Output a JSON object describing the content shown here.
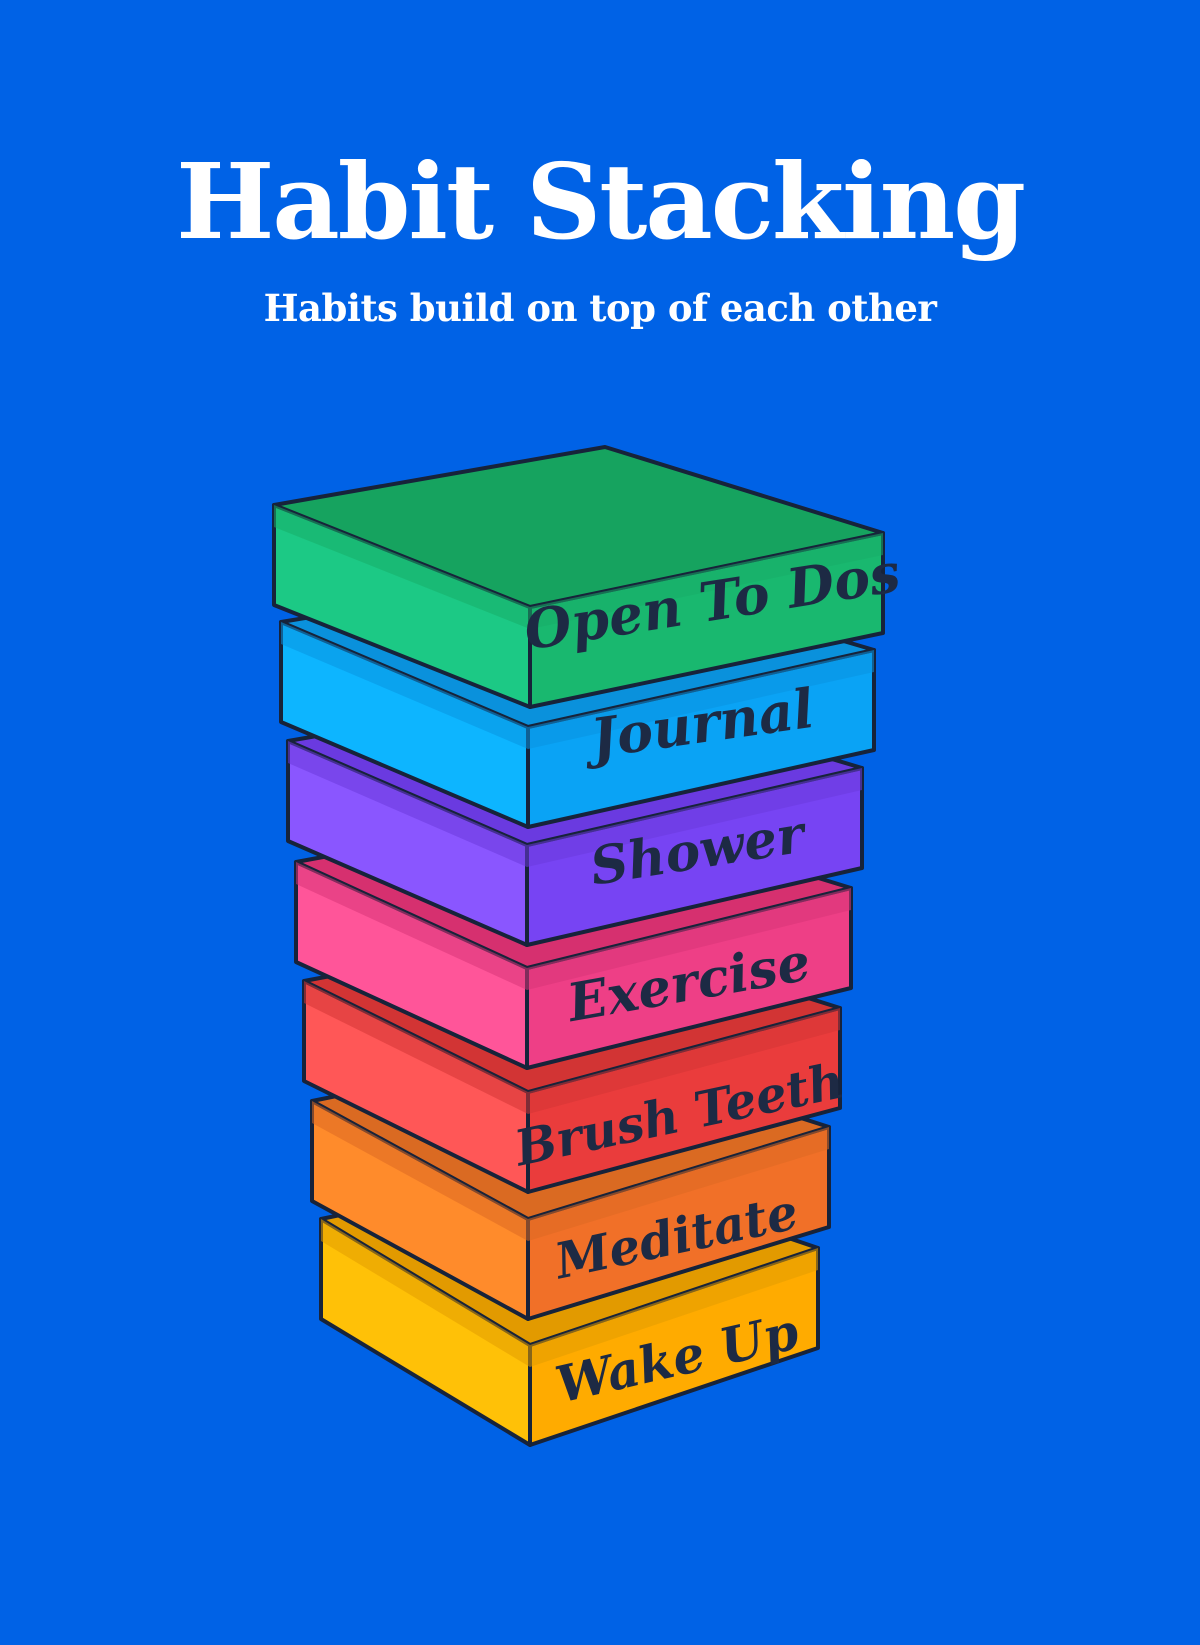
{
  "title": "Habit Stacking",
  "subtitle": "Habits build on top of each other",
  "colors": {
    "background": "#0062e6",
    "title": "#ffffff",
    "label": "#1d2a44",
    "outline": "#17233a"
  },
  "stack": {
    "order": "top-to-bottom",
    "blocks": [
      {
        "label": "Open To Dos",
        "color_left": "#1cc985",
        "color_right": "#19b86f",
        "color_top": "#16a35f",
        "color_edge": "#18ad67"
      },
      {
        "label": "Journal",
        "color_left": "#0db5ff",
        "color_right": "#0aa3f5",
        "color_top": "#0a91dc",
        "color_edge": "#0993e0"
      },
      {
        "label": "Shower",
        "color_left": "#8a56ff",
        "color_right": "#7744f3",
        "color_top": "#6a3ae0",
        "color_edge": "#6b3bdc"
      },
      {
        "label": "Exercise",
        "color_left": "#ff5599",
        "color_right": "#ee3f86",
        "color_top": "#d6306f",
        "color_edge": "#d83478"
      },
      {
        "label": "Brush Teeth",
        "color_left": "#ff5757",
        "color_right": "#ea3c3c",
        "color_top": "#d23434",
        "color_edge": "#d33535"
      },
      {
        "label": "Meditate",
        "color_left": "#ff8b2b",
        "color_right": "#f17028",
        "color_top": "#da6a22",
        "color_edge": "#dc6a22"
      },
      {
        "label": "Wake Up",
        "color_left": "#ffc107",
        "color_right": "#ffab00",
        "color_top": "#e29a00",
        "color_edge": "#e29d00"
      }
    ]
  }
}
